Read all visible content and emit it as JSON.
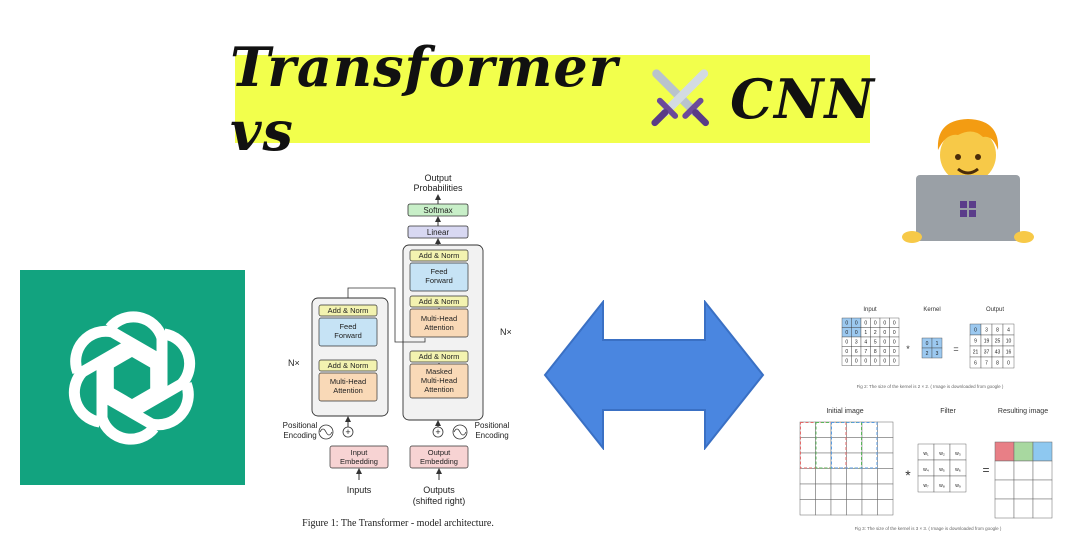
{
  "title": {
    "left": "Transformer vs",
    "right": "CNN",
    "banner_color": "#f2ff4c"
  },
  "logo": {
    "bg_color": "#12a37f",
    "icon": "openai-knot-icon"
  },
  "person": {
    "icon": "person-laptop-icon"
  },
  "arrow": {
    "color": "#4a86e0",
    "icon": "double-arrow-icon"
  },
  "transformer": {
    "output_probabilities": [
      "Output",
      "Probabilities"
    ],
    "softmax": "Softmax",
    "linear": "Linear",
    "add_norm": "Add & Norm",
    "feed_forward": [
      "Feed",
      "Forward"
    ],
    "multi_head": [
      "Multi-Head",
      "Attention"
    ],
    "masked_multi_head": [
      "Masked",
      "Multi-Head",
      "Attention"
    ],
    "nx": "N×",
    "positional_encoding": [
      "Positional",
      "Encoding"
    ],
    "input_embedding": [
      "Input",
      "Embedding"
    ],
    "output_embedding": [
      "Output",
      "Embedding"
    ],
    "inputs": "Inputs",
    "outputs": [
      "Outputs",
      "(shifted right)"
    ],
    "caption": "Figure 1: The Transformer - model architecture."
  },
  "cnn_top": {
    "input_label": "Input",
    "kernel_label": "Kernel",
    "output_label": "Output",
    "input_grid": [
      [
        0,
        0,
        0,
        0,
        0,
        0
      ],
      [
        0,
        0,
        1,
        2,
        0,
        0
      ],
      [
        0,
        3,
        4,
        5,
        0,
        0
      ],
      [
        0,
        6,
        7,
        8,
        0,
        0
      ],
      [
        0,
        0,
        0,
        0,
        0,
        0
      ]
    ],
    "kernel_grid": [
      [
        0,
        1
      ],
      [
        2,
        3
      ]
    ],
    "output_grid": [
      [
        0,
        3,
        8,
        4
      ],
      [
        9,
        19,
        25,
        10
      ],
      [
        21,
        37,
        43,
        16
      ],
      [
        6,
        7,
        8,
        0
      ]
    ],
    "caption": "Fig 2: The size of the kernel is 2 × 2. ( Image is downloaded from google )"
  },
  "cnn_bottom": {
    "initial_label": "Initial image",
    "filter_label": "Filter",
    "result_label": "Resulting image",
    "filter_grid": [
      [
        "w₁",
        "w₂",
        "w₃"
      ],
      [
        "w₄",
        "w₅",
        "w₆"
      ],
      [
        "w₇",
        "w₈",
        "w₉"
      ]
    ],
    "caption": "Fig 3: The size of the kernel is 3 × 3. ( Image is downloaded from google )"
  },
  "symbols": {
    "times": "*",
    "equals": "="
  }
}
